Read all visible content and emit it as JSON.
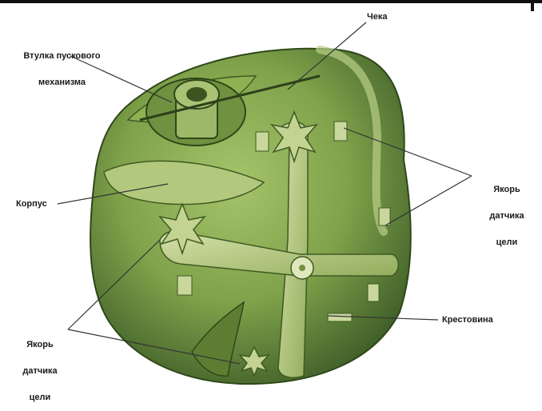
{
  "labels": {
    "checka": "Чека",
    "vtulka_line1": "Втулка пускового",
    "vtulka_line2": "механизма",
    "korpus": "Корпус",
    "yakor_right_1": "Якорь",
    "yakor_right_2": "датчика",
    "yakor_right_3": "цели",
    "krestovina": "Крестовина",
    "yakor_left_1": "Якорь",
    "yakor_left_2": "датчика",
    "yakor_left_3": "цели"
  },
  "colors": {
    "body_fill": "#7fa24a",
    "body_dark": "#3f5a22",
    "body_light": "#b9cf86",
    "metal": "#c7d69a",
    "line": "#333333"
  },
  "icons": [
    "mine-body-illustration",
    "leader-line"
  ]
}
